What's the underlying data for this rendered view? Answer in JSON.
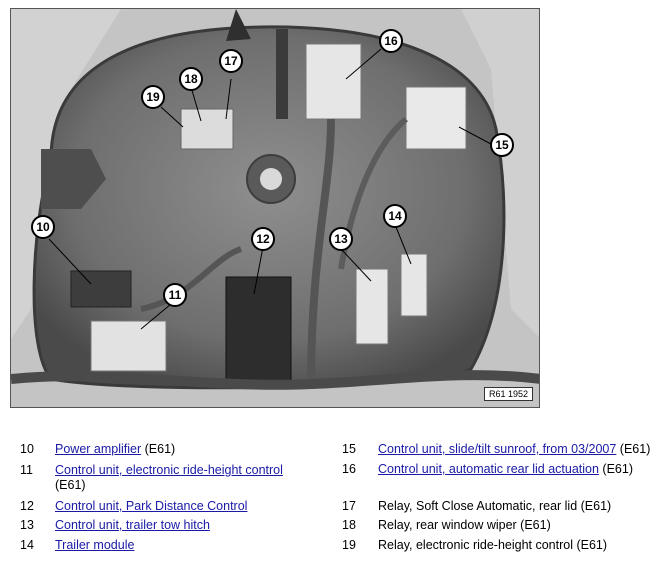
{
  "figure": {
    "ref_code": "R61 1952",
    "callouts": [
      "10",
      "11",
      "12",
      "13",
      "14",
      "15",
      "16",
      "17",
      "18",
      "19"
    ]
  },
  "legend": {
    "left": [
      {
        "num": "10",
        "link": "Power amplifier",
        "suffix": " (E61)"
      },
      {
        "num": "11",
        "link": "Control unit, electronic ride-height control",
        "suffix": "(E61)"
      },
      {
        "num": "12",
        "link": "Control unit, Park Distance Control",
        "suffix": ""
      },
      {
        "num": "13",
        "link": "Control unit, trailer tow hitch",
        "suffix": ""
      },
      {
        "num": "14",
        "link": "Trailer module",
        "suffix": ""
      }
    ],
    "right": [
      {
        "num": "15",
        "link": "Control unit, slide/tilt sunroof, from 03/2007",
        "text": "",
        "suffix": " (E61)"
      },
      {
        "num": "16",
        "link": "Control unit, automatic rear lid actuation",
        "text": "",
        "suffix": " (E61)"
      },
      {
        "num": "17",
        "link": "",
        "text": "Relay, Soft Close Automatic, rear lid (E61)",
        "suffix": ""
      },
      {
        "num": "18",
        "link": "",
        "text": "Relay, rear window wiper (E61)",
        "suffix": ""
      },
      {
        "num": "19",
        "link": "",
        "text": "Relay, electronic ride-height control (E61)",
        "suffix": ""
      }
    ]
  }
}
